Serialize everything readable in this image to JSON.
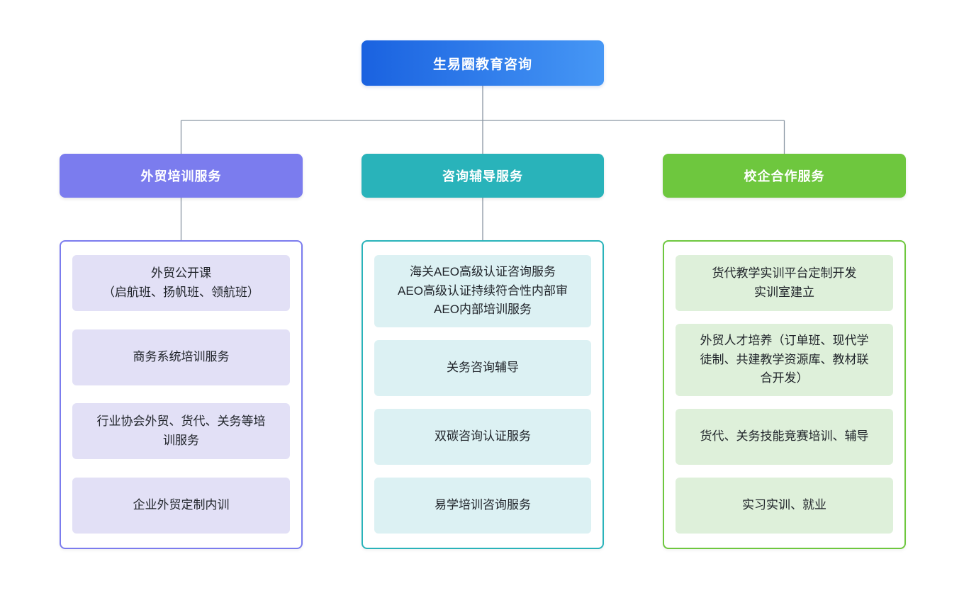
{
  "theme": {
    "root-grad-from": "#1a62e0",
    "root-grad-to": "#4697f5",
    "purple": "#7b7cee",
    "purple-light": "#e2e0f6",
    "teal": "#29b3ba",
    "teal-light": "#dcf1f3",
    "green": "#6ec73e",
    "green-light": "#def0da",
    "line-color": "#8a96a3",
    "text-dark": "#1f2329",
    "canvas-bg": "#ffffff"
  },
  "root": {
    "title": "生易圈教育咨询"
  },
  "branches": [
    {
      "header": "外贸培训服务",
      "items": [
        "外贸公开课\n（启航班、扬帆班、领航班）",
        "商务系统培训服务",
        "行业协会外贸、货代、关务等培\n训服务",
        "企业外贸定制内训"
      ]
    },
    {
      "header": "咨询辅导服务",
      "items": [
        "海关AEO高级认证咨询服务\nAEO高级认证持续符合性内部审\nAEO内部培训服务",
        "关务咨询辅导",
        "双碳咨询认证服务",
        "易学培训咨询服务"
      ]
    },
    {
      "header": "校企合作服务",
      "items": [
        "货代教学实训平台定制开发\n实训室建立",
        "外贸人才培养（订单班、现代学\n徒制、共建教学资源库、教材联\n合开发）",
        "货代、关务技能竞赛培训、辅导",
        "实习实训、就业"
      ]
    }
  ]
}
